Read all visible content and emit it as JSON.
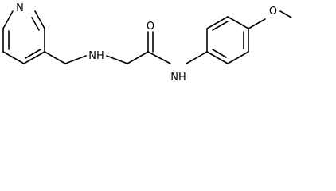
{
  "molecule": {
    "description_labels": {
      "pyridine_nitrogen": "N",
      "amine": "NH",
      "carbonyl_oxygen": "O",
      "amide": "NH",
      "ether_oxygen": "O"
    }
  },
  "colors": {
    "bond": "#000000",
    "text": "#000000",
    "background": "#ffffff"
  }
}
